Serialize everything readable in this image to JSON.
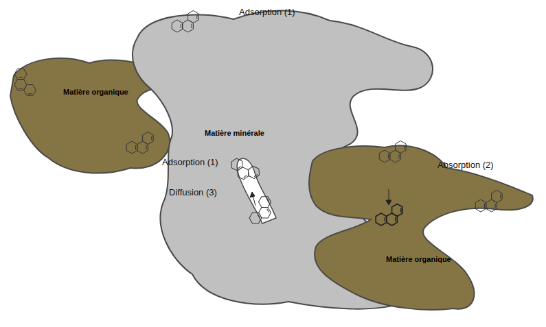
{
  "diagram": {
    "nodes": [
      {
        "text": [
          "Matière organique"
        ]
      },
      {
        "text": [
          "Matière minérale"
        ]
      },
      {
        "text": [
          "Matière organique"
        ]
      }
    ],
    "labels": [
      "Adsorption (1)",
      "Adsorption (1)",
      "Diffusion (3)",
      "Absorption (2)"
    ]
  }
}
